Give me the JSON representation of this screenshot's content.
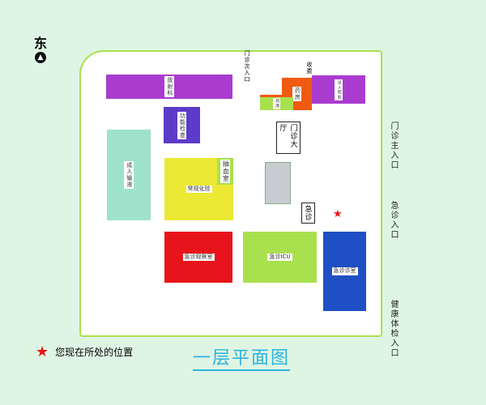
{
  "compass": {
    "label": "东",
    "icon": "north-arrow-icon"
  },
  "title": "一层平面图",
  "legend": {
    "icon": "star-icon",
    "label": "您现在所处的位置",
    "color": "#e8141b"
  },
  "rooms": {
    "radiology": "放射科",
    "side_entrance": "门诊次入口",
    "fee": "收费",
    "pharmacy": "药房",
    "drug_store": "药库",
    "admission": "出入院处",
    "function_check": "功能检查",
    "outpatient_hall": "门诊大厅",
    "adult_infusion": "成人输液",
    "blood_draw": "抽血室",
    "routine_lab": "常规化验",
    "emergency": "急诊",
    "observation": "急诊观察室",
    "icu": "急诊ICU",
    "consult": "急诊诊室"
  },
  "entrances": {
    "outpatient_main": "门诊主入口",
    "emergency": "急诊入口",
    "health_check": "健康体检入口"
  },
  "colors": {
    "radiology": "#a93ccf",
    "function_check": "#5b3bc8",
    "infusion": "#9fe2cc",
    "lab": "#ece934",
    "observation": "#e8141b",
    "icu": "#a9e04e",
    "consult": "#1f4fc4",
    "pharmacy": "#f05a12"
  }
}
